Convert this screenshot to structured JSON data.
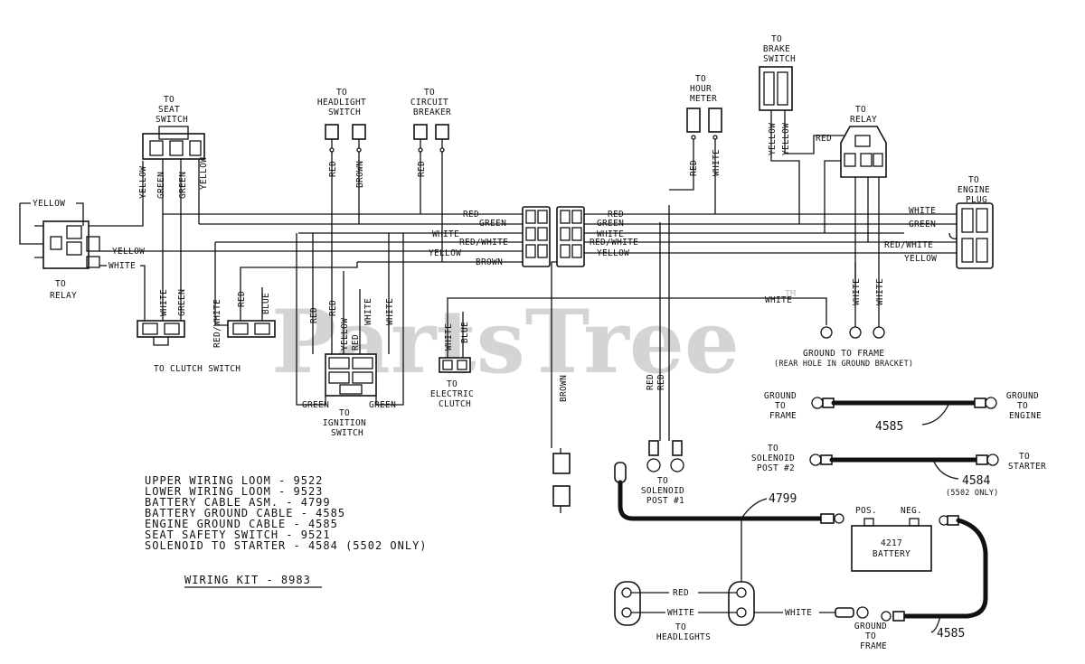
{
  "watermark": "PartsTree",
  "watermark_tm": "TM",
  "destinations": {
    "seat_switch": [
      "TO",
      "SEAT",
      "SWITCH"
    ],
    "headlight_switch": [
      "TO",
      "HEADLIGHT",
      "SWITCH"
    ],
    "circuit_breaker": [
      "TO",
      "CIRCUIT",
      "BREAKER"
    ],
    "hour_meter": [
      "TO",
      "HOUR",
      "METER"
    ],
    "brake_switch": [
      "TO",
      "BRAKE",
      "SWITCH"
    ],
    "relay_right": [
      "TO",
      "RELAY"
    ],
    "engine_plug": [
      "TO",
      "ENGINE",
      "PLUG"
    ],
    "relay_left": [
      "TO",
      "RELAY"
    ],
    "clutch_switch": "TO CLUTCH SWITCH",
    "ignition_switch": [
      "TO",
      "IGNITION",
      "SWITCH"
    ],
    "electric_clutch": [
      "TO",
      "ELECTRIC",
      "CLUTCH"
    ],
    "ground_frame_top": "GROUND TO FRAME",
    "ground_bracket_note": "(REAR HOLE IN GROUND BRACKET)",
    "solenoid_post1": [
      "TO",
      "SOLENOID",
      "POST #1"
    ],
    "headlights": [
      "TO",
      "HEADLIGHTS"
    ],
    "ground_frame_bottom": [
      "GROUND",
      "TO",
      "FRAME"
    ]
  },
  "wire_labels": {
    "yellow": "YELLOW",
    "white": "WHITE",
    "green": "GREEN",
    "red": "RED",
    "brown": "BROWN",
    "blue": "BLUE",
    "red_white": "RED/WHITE"
  },
  "cables": {
    "c4585_top": {
      "left": [
        "GROUND",
        "TO",
        "FRAME"
      ],
      "right": [
        "GROUND",
        "TO",
        "ENGINE"
      ],
      "part": "4585"
    },
    "c4584": {
      "left": [
        "TO",
        "SOLENOID",
        "POST #2"
      ],
      "right": [
        "TO",
        "STARTER"
      ],
      "part": "4584",
      "note": "(5502 ONLY)"
    },
    "c4799": {
      "part": "4799"
    },
    "c4585_bottom": {
      "part": "4585"
    }
  },
  "battery": {
    "pos": "POS.",
    "neg": "NEG.",
    "model": "4217",
    "name": "BATTERY"
  },
  "parts_list": [
    "UPPER WIRING LOOM - 9522",
    "LOWER WIRING LOOM - 9523",
    "BATTERY CABLE ASM. - 4799",
    "BATTERY GROUND CABLE - 4585",
    "ENGINE GROUND CABLE - 4585",
    "SEAT SAFETY SWITCH - 9521",
    "SOLENOID TO STARTER - 4584 (5502 ONLY)"
  ],
  "kit_title": "WIRING KIT - 8983"
}
